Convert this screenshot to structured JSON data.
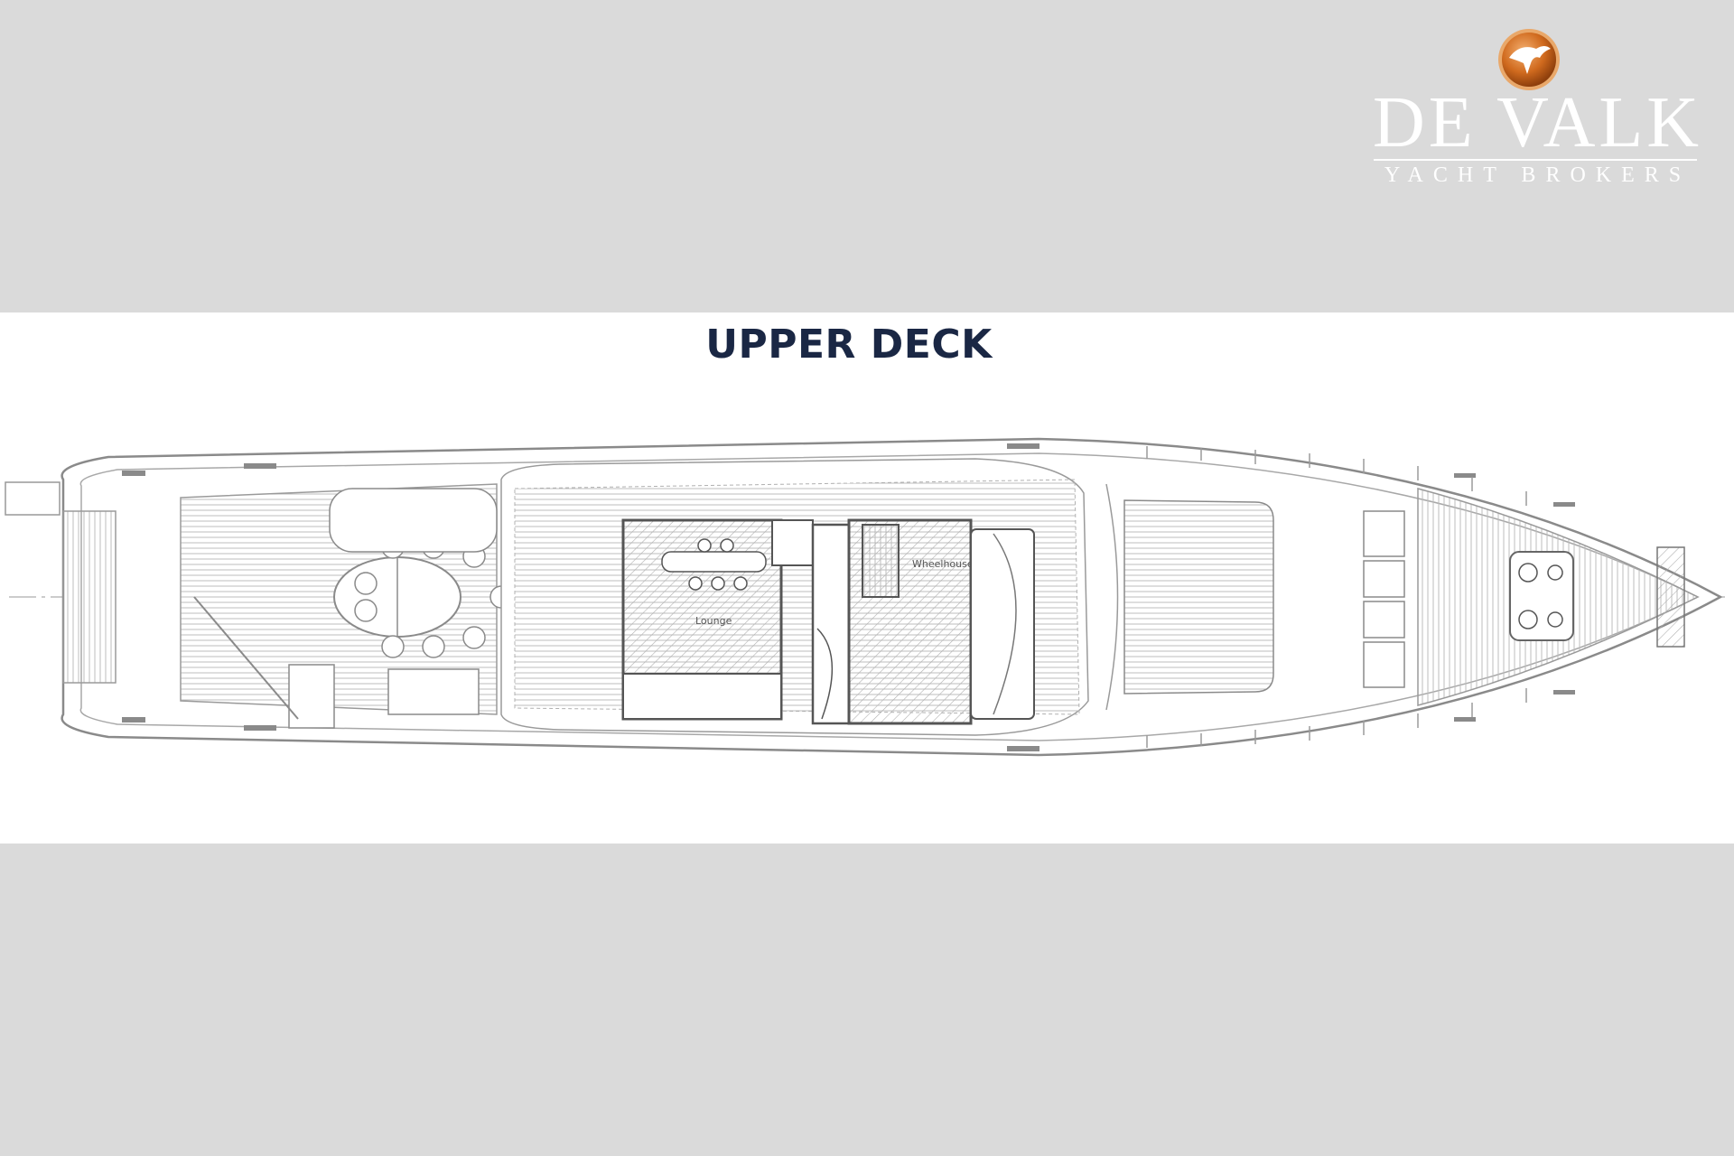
{
  "brand": {
    "name": "DE VALK",
    "tagline": "YACHT BROKERS",
    "colors": {
      "emblem": "#c8661c",
      "emblem_ring": "#e9a86a",
      "wordmark": "#ffffff"
    }
  },
  "plan": {
    "title": "UPPER DECK",
    "title_color": "#1a2744",
    "room_labels": {
      "lounge": "Lounge",
      "wheelhouse": "Wheelhouse"
    },
    "line_color": "#9a9a9a"
  }
}
